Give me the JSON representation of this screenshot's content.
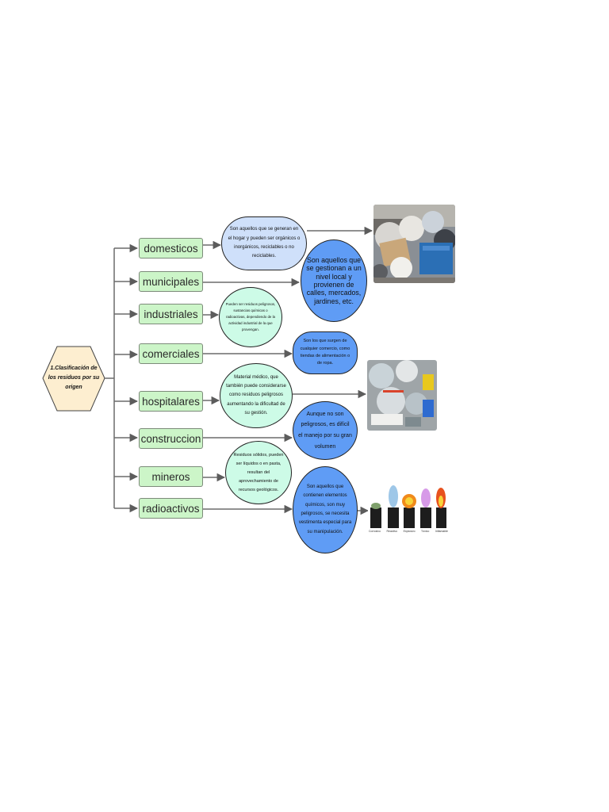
{
  "root": {
    "label": "1.Clasificación de los residuos por su origen"
  },
  "categories": [
    {
      "label": "domesticos"
    },
    {
      "label": "municipales"
    },
    {
      "label": "industriales"
    },
    {
      "label": "comerciales"
    },
    {
      "label": "hospitalares"
    },
    {
      "label": "construccion"
    },
    {
      "label": "mineros"
    },
    {
      "label": "radioactivos"
    }
  ],
  "descriptions": {
    "domesticos": "Son aquellos que se generan en el hogar y pueden ser orgánicos o inorgánicos, reciclables o no reciclables.",
    "municipales": "Son aquellos que se gestionan a un nivel local y provienen de calles, mercados, jardines, etc.",
    "industriales": "Pueden ser residuos peligrosos, sustancias químicas o radioactivas, dependiendo de la actividad industrial de la que provengan.",
    "comerciales": "Son los que surgen de cualquier comercio, como tiendas de alimentación o de ropa.",
    "hospitalares": "Material médico, que también puede considerarse como residuos peligrosos aumentando la dificultad de su gestión.",
    "construccion": "Aunque no son peligrosos, es difícil el manejo por su gran volumen",
    "mineros": "Residuos sólidos, pueden ser líquidos o en pasta, resultan del aprovechamiento de recursos geológicos.",
    "radioactivos": "Son aquellos que contienen elementos químicos, son muy peligrosos, se necesita vestimenta especial para su manipulación."
  },
  "hazard_labels": [
    "Corrosivo",
    "Reactivo",
    "Explosivo",
    "Tóxico",
    "Inflamable"
  ],
  "colors": {
    "category_fill": "#ccf5c8",
    "root_fill": "#fdeed0",
    "lightblue_fill": "#cfe0fa",
    "mint_fill": "#cdfbe7",
    "blue_fill": "#5f9cf5",
    "connector": "#6b6b6b"
  }
}
